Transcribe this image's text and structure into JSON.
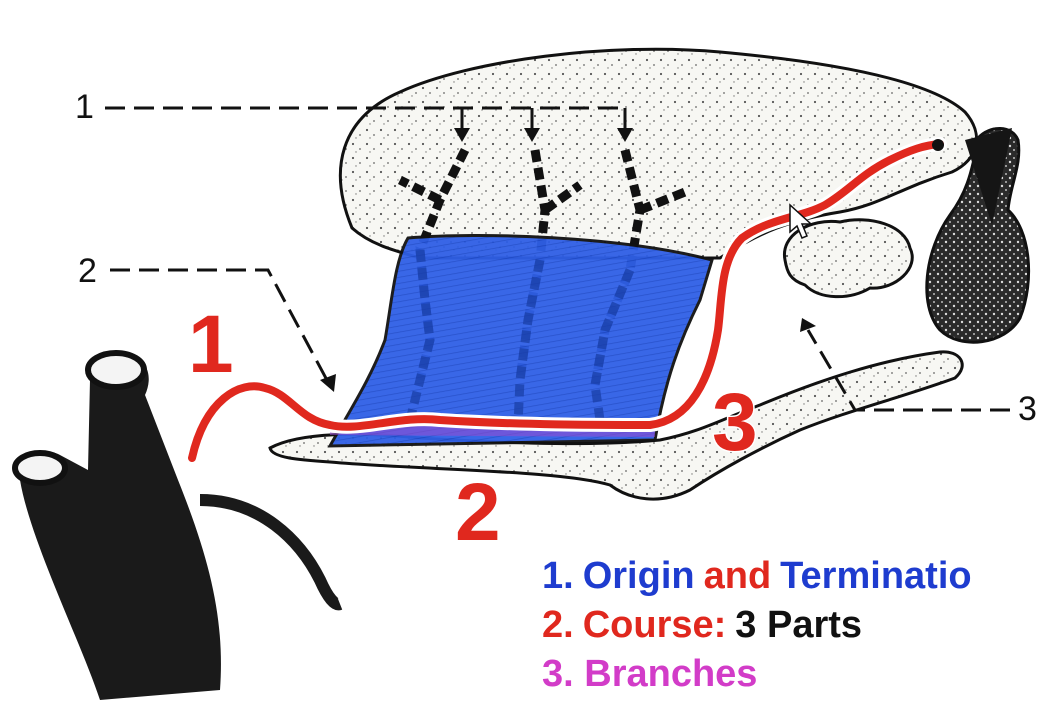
{
  "diagram": {
    "pointer_labels": {
      "label_1": "1",
      "label_2": "2",
      "label_3": "3"
    },
    "part_numbers": {
      "part_1": "1",
      "part_2": "2",
      "part_3": "3"
    }
  },
  "legend": {
    "item_1": {
      "number": "1.",
      "word_a": "Origin",
      "word_b": "and",
      "word_c": "Terminatio"
    },
    "item_2": {
      "number": "2.",
      "word_a": "Course:",
      "word_b": "3 Parts"
    },
    "item_3": {
      "text": "3. Branches"
    }
  },
  "colors": {
    "artery": "#e0281e",
    "muscle_overlay": "#2f5fe6",
    "legend_blue": "#1e3ccf",
    "legend_red": "#e0281e",
    "legend_pink": "#d23cc8",
    "ink": "#111111"
  }
}
